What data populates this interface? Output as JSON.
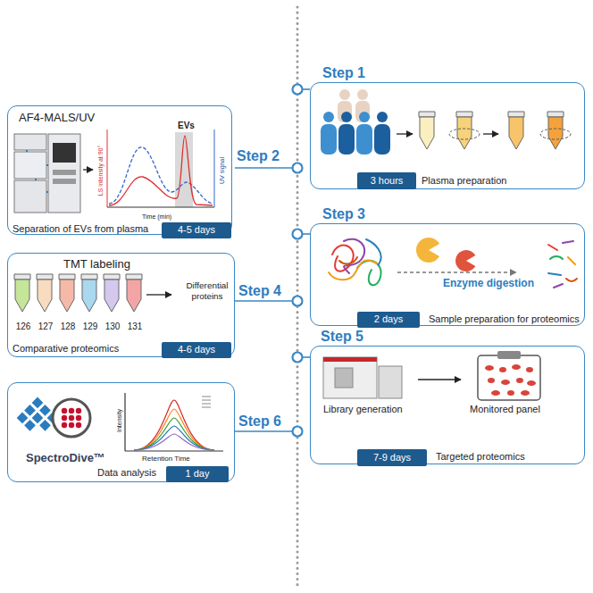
{
  "diagram": {
    "nodes": [
      {
        "text": [
          "Step 1",
          "Plasma preparation"
        ]
      },
      {
        "text": [
          "3 hours"
        ],
        "in": 0
      },
      {
        "text": [
          "Step 2",
          "AF4-MALS/UV",
          "EVs",
          "LS intensity at 90°",
          "UV signal",
          "Time (min)",
          "Separation of EVs from plasma"
        ]
      },
      {
        "text": [
          "4-5 days"
        ],
        "in": 2
      },
      {
        "text": [
          "Step 3",
          "Enzyme digestion",
          "Sample preparation for proteomics"
        ]
      },
      {
        "text": [
          "2 days"
        ],
        "in": 4
      },
      {
        "text": [
          "Step 4",
          "TMT labeling",
          "126",
          "127",
          "128",
          "129",
          "130",
          "131",
          "Differential proteins",
          "Comparative proteomics"
        ]
      },
      {
        "text": [
          "4-6 days"
        ],
        "in": 6
      },
      {
        "text": [
          "Step 5",
          "Library generation",
          "Monitored panel",
          "Targeted proteomics"
        ]
      },
      {
        "text": [
          "7-9 days"
        ],
        "in": 8
      },
      {
        "text": [
          "Step 6",
          "SpectroDive™",
          "Intensity",
          "Retention Time",
          "Data analysis"
        ]
      },
      {
        "text": [
          "1 day"
        ],
        "in": 10
      }
    ]
  }
}
